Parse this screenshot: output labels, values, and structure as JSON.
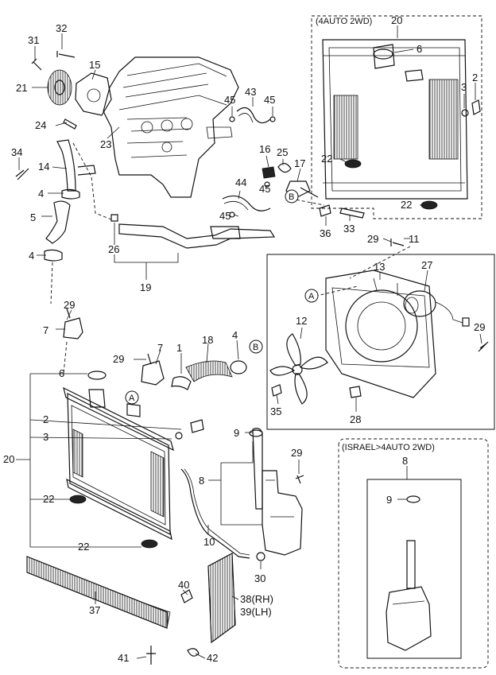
{
  "callouts": [
    {
      "id": "c31",
      "text": "31"
    },
    {
      "id": "c32",
      "text": "32"
    },
    {
      "id": "c15",
      "text": "15"
    },
    {
      "id": "c21",
      "text": "21"
    },
    {
      "id": "c24",
      "text": "24"
    },
    {
      "id": "c23",
      "text": "23"
    },
    {
      "id": "c34",
      "text": "34"
    },
    {
      "id": "c14",
      "text": "14"
    },
    {
      "id": "c4a",
      "text": "4"
    },
    {
      "id": "c5",
      "text": "5"
    },
    {
      "id": "c4b",
      "text": "4"
    },
    {
      "id": "c26",
      "text": "26"
    },
    {
      "id": "c19",
      "text": "19"
    },
    {
      "id": "c45a",
      "text": "45"
    },
    {
      "id": "c43",
      "text": "43"
    },
    {
      "id": "c45b",
      "text": "45"
    },
    {
      "id": "c16",
      "text": "16"
    },
    {
      "id": "c25",
      "text": "25"
    },
    {
      "id": "c17",
      "text": "17"
    },
    {
      "id": "c45c",
      "text": "45"
    },
    {
      "id": "c44",
      "text": "44"
    },
    {
      "id": "c45d",
      "text": "45"
    },
    {
      "id": "c36",
      "text": "36"
    },
    {
      "id": "c33",
      "text": "33"
    },
    {
      "id": "c20a",
      "text": "20"
    },
    {
      "id": "c6a",
      "text": "6"
    },
    {
      "id": "c3a",
      "text": "3"
    },
    {
      "id": "c2a",
      "text": "2"
    },
    {
      "id": "c22a",
      "text": "22"
    },
    {
      "id": "c22b",
      "text": "22"
    },
    {
      "id": "c29a",
      "text": "29"
    },
    {
      "id": "c11",
      "text": "11"
    },
    {
      "id": "c13",
      "text": "13"
    },
    {
      "id": "c27",
      "text": "27"
    },
    {
      "id": "c12",
      "text": "12"
    },
    {
      "id": "c29b",
      "text": "29"
    },
    {
      "id": "c35",
      "text": "35"
    },
    {
      "id": "c28",
      "text": "28"
    },
    {
      "id": "c29c",
      "text": "29"
    },
    {
      "id": "c7a",
      "text": "7"
    },
    {
      "id": "c29d",
      "text": "29"
    },
    {
      "id": "c7b",
      "text": "7"
    },
    {
      "id": "c1",
      "text": "1"
    },
    {
      "id": "c18",
      "text": "18"
    },
    {
      "id": "c4c",
      "text": "4"
    },
    {
      "id": "c6b",
      "text": "6"
    },
    {
      "id": "c2b",
      "text": "2"
    },
    {
      "id": "c3b",
      "text": "3"
    },
    {
      "id": "c20b",
      "text": "20"
    },
    {
      "id": "c22c",
      "text": "22"
    },
    {
      "id": "c22d",
      "text": "22"
    },
    {
      "id": "c9a",
      "text": "9"
    },
    {
      "id": "c8a",
      "text": "8"
    },
    {
      "id": "c29e",
      "text": "29"
    },
    {
      "id": "c10",
      "text": "10"
    },
    {
      "id": "c30",
      "text": "30"
    },
    {
      "id": "c40",
      "text": "40"
    },
    {
      "id": "c38",
      "text": "38(RH)"
    },
    {
      "id": "c39",
      "text": "39(LH)"
    },
    {
      "id": "c37",
      "text": "37"
    },
    {
      "id": "c41",
      "text": "41"
    },
    {
      "id": "c42",
      "text": "42"
    },
    {
      "id": "c8b",
      "text": "8"
    },
    {
      "id": "c9b",
      "text": "9"
    }
  ],
  "ref_markers": [
    {
      "id": "rB1",
      "text": "B"
    },
    {
      "id": "rB2",
      "text": "B"
    },
    {
      "id": "rA1",
      "text": "A"
    },
    {
      "id": "rA2",
      "text": "A"
    }
  ],
  "boxes": {
    "auto2wd": "(4AUTO 2WD)",
    "israel": "(ISRAEL>4AUTO 2WD)"
  }
}
